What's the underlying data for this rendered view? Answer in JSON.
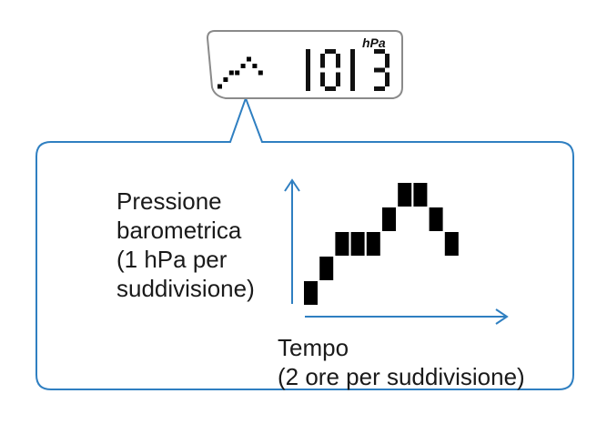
{
  "lcd": {
    "unit": "hPa",
    "digits": [
      "1",
      "0",
      "1",
      "3"
    ]
  },
  "diagram": {
    "y_label_lines": [
      "Pressione",
      "barometrica",
      "(1 hPa per",
      "suddivisione)"
    ],
    "x_label_lines": [
      "Tempo",
      "(2 ore per suddivisione)"
    ]
  },
  "chart_data": {
    "type": "bar",
    "title": "",
    "xlabel": "Tempo (2 ore per suddivisione)",
    "ylabel": "Pressione barometrica (1 hPa per suddivisione)",
    "x": [
      1,
      2,
      3,
      4,
      5,
      6,
      7,
      8,
      9,
      10
    ],
    "values": [
      1,
      2,
      3,
      3,
      3,
      4,
      5,
      5,
      4,
      3
    ],
    "ylim": [
      0,
      5
    ],
    "grid": false,
    "accent_color": "#2f7fc1"
  },
  "mini_graph": {
    "values": [
      1,
      2,
      3,
      3,
      4,
      5,
      4,
      3
    ]
  }
}
